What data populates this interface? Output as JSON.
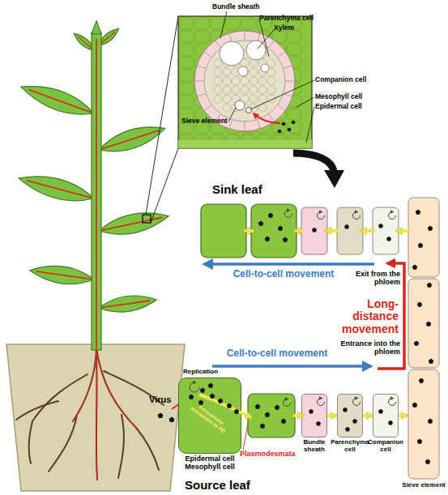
{
  "diagram": {
    "nodes": [
      {
        "text": [
          "Epidermal cell Mesophyll cell"
        ]
      },
      {
        "text": [
          "Bundle sheath"
        ]
      },
      {
        "text": [
          "Parenchyma cell"
        ]
      },
      {
        "text": [
          "Companion cell"
        ]
      },
      {
        "text": [
          "Sieve element"
        ]
      }
    ],
    "edges": [
      {
        "from": 1,
        "to": 2,
        "arrow": "to"
      },
      {
        "from": 2,
        "to": 3,
        "arrow": "to"
      },
      {
        "from": 3,
        "to": 4,
        "arrow": "to"
      }
    ],
    "labels": [
      "Bundle sheath",
      "Parenchyma cell",
      "Xylem",
      "Companion cell",
      "Mesophyll cell",
      "Epidermal cell",
      "Sieve element",
      "Sink leaf",
      "Cell-to-cell movement",
      "Exit from the phloem",
      "Long-distance movement",
      "Entrance into the phloem",
      "Cell-to-cell movement",
      "Virus",
      "Replication",
      "Intracellular movement to PD",
      "Plasmodesmata",
      "Source leaf"
    ]
  }
}
